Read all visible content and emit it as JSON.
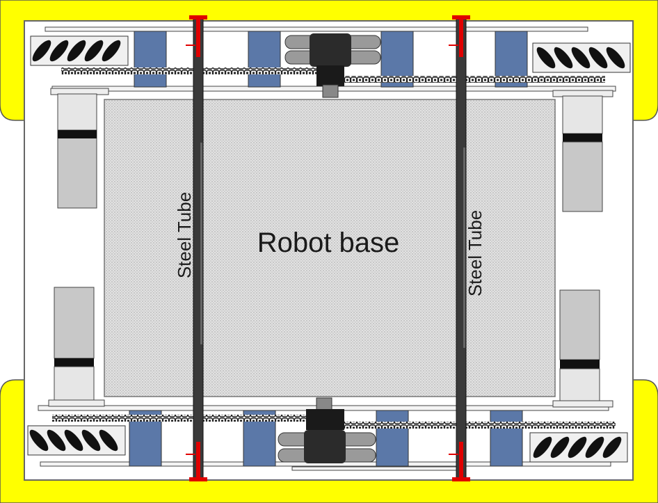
{
  "diagram": {
    "labels": {
      "base": "Robot base",
      "tube_left": "Steel Tube",
      "tube_right": "Steel Tube"
    },
    "colors": {
      "bumper": "#FFFF00",
      "wheel_block": "#5B78A8",
      "steel_tube": "#3A3A3A",
      "marker": "#E00000",
      "base_fill": "#D8D8D8",
      "motor": "#C8C8C8",
      "chain": "#2A2A2A"
    }
  }
}
